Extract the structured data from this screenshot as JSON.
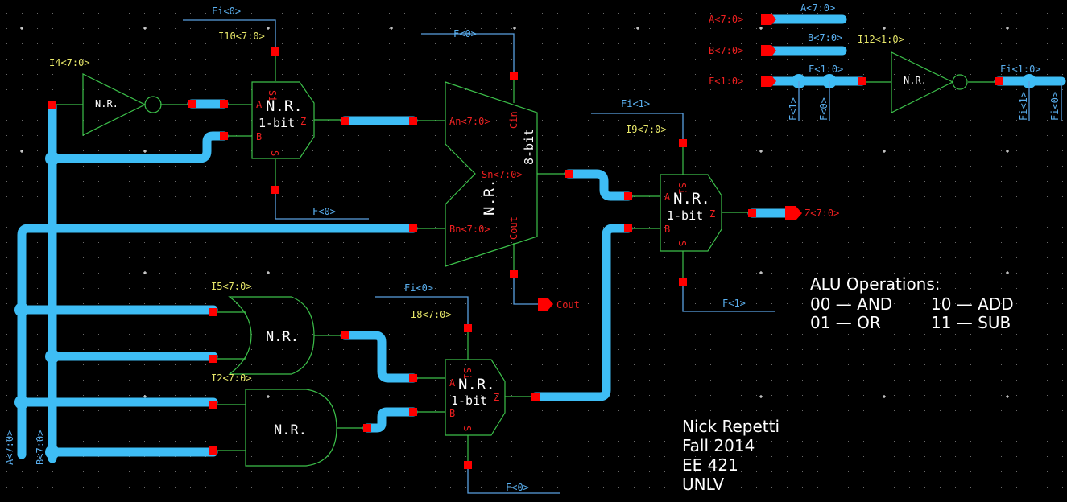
{
  "schematic": {
    "gate_label": "N.R.",
    "mux_sublabel": "1-bit",
    "adder_sublabel": "8-bit",
    "instances": {
      "inverter_top": "I4<7:0>",
      "mux_top": "I10<7:0>",
      "mux_right": "I9<7:0>",
      "mux_bottom": "I8<7:0>",
      "or_gate": "I5<7:0>",
      "and_gate": "I2<7:0>",
      "inverter_select": "I12<1:0>"
    },
    "mux_pins": {
      "a": "A",
      "b": "B",
      "z": "Z",
      "s": "S",
      "si": "Si"
    },
    "adder_pins": {
      "an": "An<7:0>",
      "bn": "Bn<7:0>",
      "sn": "Sn<7:0>",
      "cin": "Cin",
      "cout": "Cout"
    },
    "nets": {
      "fi0_top": "Fi<0>",
      "f0_top_mux": "F<0>",
      "f0_adder": "F<0>",
      "fi1": "Fi<1>",
      "f1": "F<1>",
      "fi0_bottom": "Fi<0>",
      "f0_bottom": "F<0>",
      "a_bus": "A<7:0>",
      "b_bus": "B<7:0>",
      "f_bus": "F<1:0>",
      "fi_bus": "Fi<1:0>",
      "f1_tap": "F<1>",
      "f0_tap": "F<0>",
      "fi1_tap": "Fi<1>",
      "fi0_tap": "Fi<0>",
      "a_vertical": "A<7:0>",
      "b_vertical": "B<7:0>"
    },
    "ports": {
      "a_in": "A<7:0>",
      "b_in": "B<7:0>",
      "f_in": "F<1:0>",
      "z_out": "Z<7:0>",
      "cout_out": "Cout"
    }
  },
  "notes": {
    "alu_title": "ALU Operations:",
    "ops": [
      "00 — AND",
      "10 — ADD",
      "01 — OR",
      "11 — SUB"
    ],
    "author": [
      "Nick Repetti",
      "Fall 2014",
      "EE 421",
      "UNLV"
    ]
  }
}
